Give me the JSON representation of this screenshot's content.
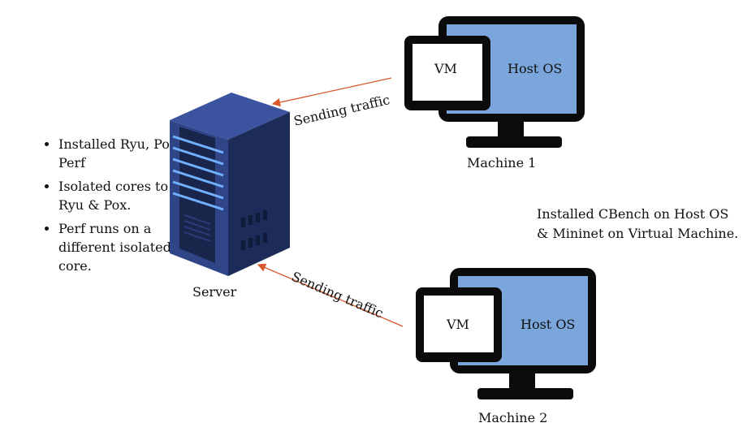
{
  "server": {
    "label": "Server",
    "notes": [
      "Installed Ryu, Pox, Perf",
      "Isolated cores to run Ryu & Pox.",
      "Perf runs on a different isolated core."
    ]
  },
  "machine1": {
    "label": "Machine 1",
    "vm_label": "VM",
    "host_label": "Host OS",
    "traffic_label": "Sending traffic"
  },
  "machine2": {
    "label": "Machine 2",
    "vm_label": "VM",
    "host_label": "Host OS",
    "traffic_label": "Sending traffic"
  },
  "note": {
    "line1": "Installed CBench on Host OS",
    "line2": "& Mininet on Virtual Machine."
  },
  "colors": {
    "arrow": "#d9572b",
    "screen": "#7aa6dc",
    "monitor": "#0b0b0b",
    "server_dark": "#1d2b55",
    "server_mid": "#2b3f7a",
    "server_light": "#3a55a0",
    "server_glow": "#6fb0ff"
  }
}
